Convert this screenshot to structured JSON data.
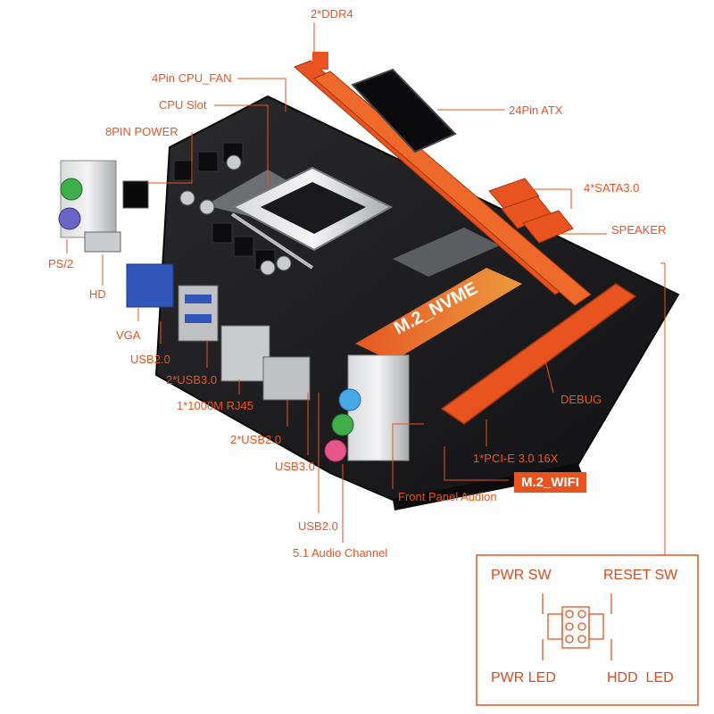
{
  "colors": {
    "accent": "#e8531f",
    "pcb": "#1c1c1e",
    "slot": "#e8531f",
    "io_blue": "#2f56b8",
    "audio_blue": "#4aa9e8",
    "audio_green": "#3fae4a",
    "audio_pink": "#e8558a"
  },
  "labels": {
    "ddr4": "2*DDR4",
    "cpu_fan": "4Pin CPU_FAN",
    "cpu_slot": "CPU Slot",
    "pin8_power": "8PIN POWER",
    "atx24": "24Pin ATX",
    "sata": "4*SATA3.0",
    "speaker": "SPEAKER",
    "ps2": "PS/2",
    "hd": "HD",
    "vga": "VGA",
    "usb2_a": "USB2.0",
    "usb3_a": "2*USB3.0",
    "rj45": "1*1000M RJ45",
    "usb2_b": "2*USB2.0",
    "usb3_b": "USB3.0",
    "usb2_c": "USB2.0",
    "audio_51": "5.1 Audio Channel",
    "front_panel": "Front Panel Audion",
    "pcie": "1*PCI-E 3.0 16X",
    "debug": "DEBUG"
  },
  "tags": {
    "m2_wifi": "M.2_WIFI",
    "m2_nvme": "M.2_NVME"
  },
  "header_box": {
    "pwr_sw": "PWR SW",
    "reset_sw": "RESET SW",
    "pwr_led": "PWR LED",
    "hdd_led": "HDD  LED"
  }
}
